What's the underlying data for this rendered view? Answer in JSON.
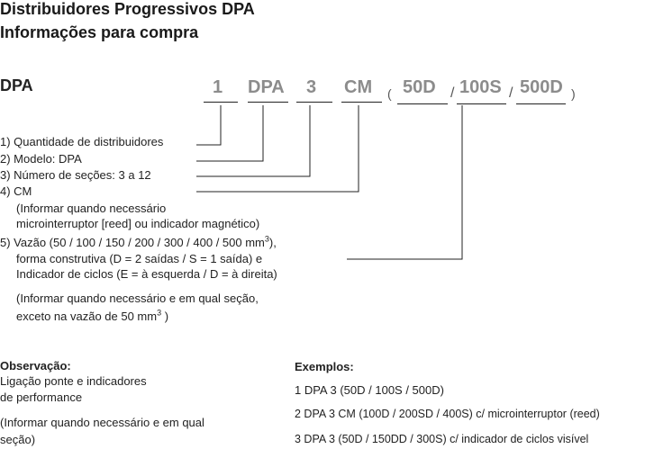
{
  "header": {
    "title": "Distribuidores Progressivos DPA",
    "subtitle": "Informações para compra"
  },
  "code": {
    "label": "DPA",
    "quantity": "1",
    "model": "DPA",
    "sections": "3",
    "cm": "CM",
    "open_paren": "(",
    "flow1": "50D",
    "slash1": "/",
    "flow2": "100S",
    "slash2": "/",
    "flow3": "500D",
    "close_paren": ")"
  },
  "items": {
    "item1": "1) Quantidade de distribuidores",
    "item2": "2) Modelo: DPA",
    "item3": "3) Número de seções: 3 a 12",
    "item4": "4) CM",
    "item4_note1": "(Informar quando necessário",
    "item4_note2": "microinterruptor [reed] ou indicador magnético)",
    "item5_line1_main": "5) Vazão (50 / 100 / 150 / 200 / 300 / 400 / 500 mm",
    "item5_line1_sup": "3",
    "item5_line1_end": "),",
    "item5_line2": "forma construtiva (D = 2 saídas / S = 1 saída) e",
    "item5_line3": "Indicador de ciclos (E = à esquerda / D = à direita)",
    "item5_note1": "(Informar quando necessário e em qual seção,",
    "item5_note2_main": "exceto na vazão de 50 mm",
    "item5_note2_sup": "3",
    "item5_note2_end": " )"
  },
  "observation": {
    "heading": "Observação:",
    "line1": "Ligação ponte e indicadores",
    "line2": "de performance",
    "note1": "(Informar quando necessário e em qual",
    "note2": "seção)"
  },
  "examples": {
    "heading": "Exemplos:",
    "list": [
      "1 DPA 3 (50D / 100S / 500D)",
      "2 DPA 3 CM (100D / 200SD / 400S) c/ microinterruptor (reed)",
      "3 DPA 3 (50D / 150DD / 300S) c/ indicador de ciclos visível"
    ]
  }
}
